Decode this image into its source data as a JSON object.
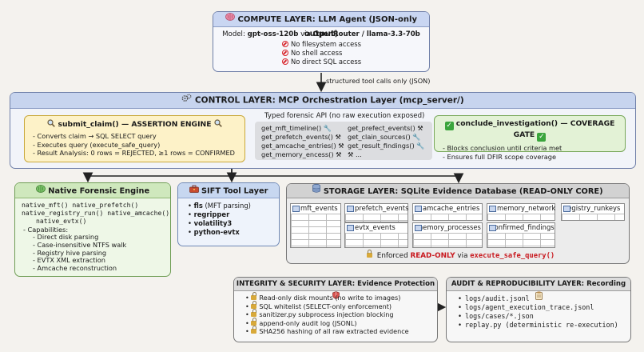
{
  "compute": {
    "title": "COMPUTE LAYER: LLM Agent (JSON-only output)",
    "model_prefix": "Model:",
    "model_name": "gpt-oss-120b",
    "model_via": "via",
    "model_provider": "OpenRouter / llama-3.3-70b",
    "restrictions": [
      "No filesystem access",
      "No shell access",
      "No direct SQL access"
    ],
    "title_icon": "brain-icon",
    "restriction_icon": "prohibited-icon"
  },
  "arrow_label": "structured tool calls only (JSON)",
  "control": {
    "title": "CONTROL LAYER: MCP Orchestration Layer (mcp_server/)",
    "title_icon": "gears-icon",
    "assertion": {
      "title": "submit_claim() — ASSERTION ENGINE",
      "items": [
        "- Converts claim → SQL SELECT query",
        "- Executes query (execute_safe_query)",
        "- Result Analysis: 0 rows = REJECTED, ≥1 rows = CONFIRMED"
      ]
    },
    "api": {
      "title": "Typed forensic API (no raw execution exposed)",
      "left_functions": [
        "get_mft_timeline()",
        "get_prefetch_events()",
        "get_amcache_entries()",
        "get_memory_encess()"
      ],
      "right_functions": [
        "get_prefect_events()",
        "get_clain_sources()",
        "get_result_findings()",
        "..."
      ]
    },
    "gate": {
      "title": "conclude_investigation() — COVERAGE GATE",
      "items": [
        "- Blocks conclusion until criteria met",
        "- Ensures full DFIR scope coverage"
      ]
    }
  },
  "native": {
    "title": "Native Forensic Engine",
    "functions": [
      "native_mft() native_prefetch()",
      "native_registry_run() native_amcache()",
      "native_evtx()"
    ],
    "capabilities_label": "- Capabilities:",
    "capabilities": [
      "- Direct disk parsing",
      "- Case-insensitive NTFS walk",
      "- Registry hive parsing",
      "- EVTX XML extraction",
      "- Amcache reconstruction"
    ]
  },
  "sift": {
    "title": "SIFT Tool Layer",
    "tools": [
      {
        "name": "fls",
        "note": "(MFT parsing)"
      },
      {
        "name": "regripper",
        "note": ""
      },
      {
        "name": "volatility3",
        "note": ""
      },
      {
        "name": "python-evtx",
        "note": ""
      }
    ]
  },
  "storage": {
    "title": "STORAGE LAYER: SQLite Evidence Database (READ-ONLY CORE)",
    "tables": [
      "mft_events",
      "prefetch_events",
      "evtx_events",
      "amcache_entries",
      "memory_processes",
      "memory_network",
      "confirmed_findings",
      "registry_runkeys"
    ],
    "readonly_prefix": "Enforced",
    "readonly_word": "READ-ONLY",
    "readonly_via": "via",
    "readonly_fn": "execute_safe_query()"
  },
  "integrity": {
    "title": "INTEGRITY & SECURITY LAYER: Evidence Protection",
    "items": [
      "Read-only disk mounts (no write to images)",
      "SQL whitelist (SELECT-only enforcement)",
      "sanitizer.py subprocess injection blocking",
      "append-only audit log (JSONL)",
      "SHA256 hashing of all raw extracted evidence"
    ]
  },
  "audit": {
    "title": "AUDIT & REPRODUCIBILITY LAYER: Recording",
    "items": [
      "logs/audit.jsonl",
      "logs/agent_execution_trace.jsonl",
      "logs/cases/*.json",
      "replay.py (deterministic re-execution)"
    ]
  },
  "colors": {
    "compute_header": "#c9d6f2",
    "assertion_bg": "#fdf2c8",
    "gate_bg": "#e3f2d6",
    "native_header": "#cfe8bd",
    "readonly_red": "#c8191f"
  }
}
